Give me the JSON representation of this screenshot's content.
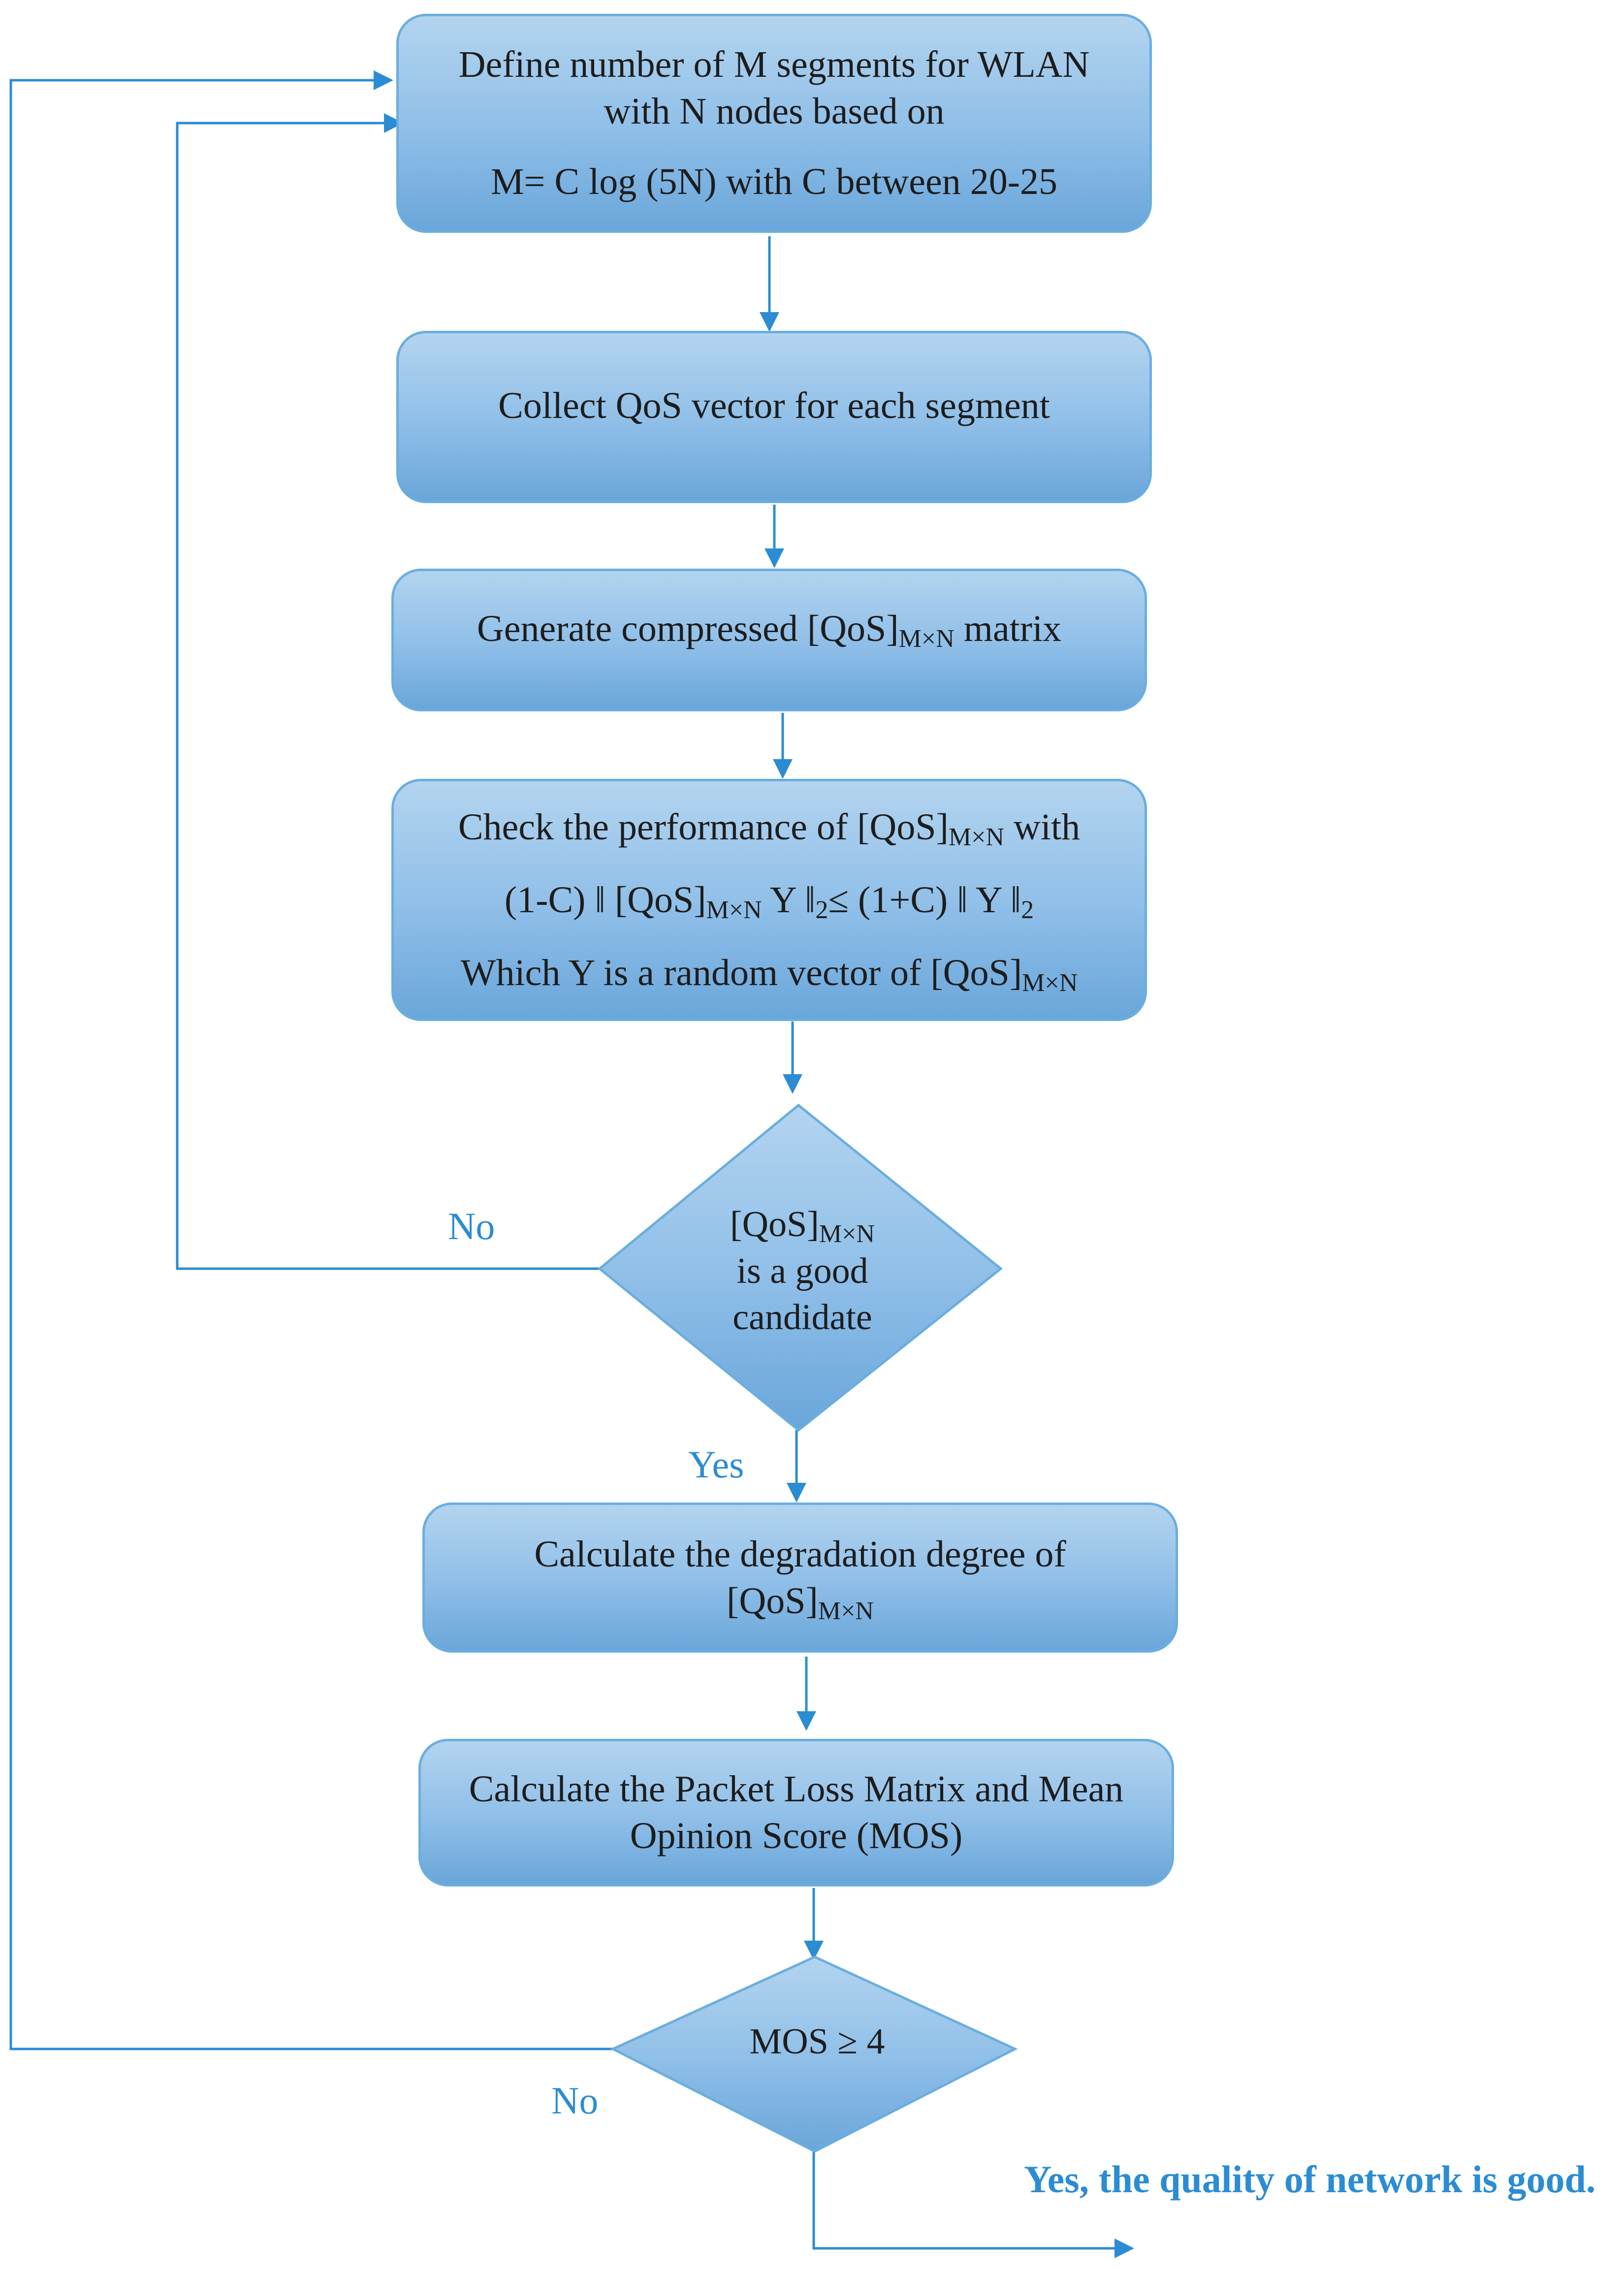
{
  "steps": {
    "define": {
      "line1": "Define number of M segments for WLAN",
      "line2": "with N nodes based on",
      "line3": "M= C log (5N) with C between 20-25"
    },
    "collect": {
      "line1": "Collect QoS vector for each segment"
    },
    "generate": {
      "pre": "Generate compressed [QoS]",
      "sub": "M×N",
      "post": " matrix"
    },
    "check": {
      "l1_pre": "Check the performance of [QoS]",
      "l1_sub": "M×N",
      "l1_post": " with",
      "l2_a": "(1-C) ‖ [QoS]",
      "l2_sub1": "M×N",
      "l2_b": " Y ‖",
      "l2_sub2": "2",
      "l2_c": "≤ (1+C) ‖ Y ‖",
      "l2_sub3": "2",
      "l3_pre": "Which Y is a random vector of [QoS]",
      "l3_sub": "M×N"
    },
    "degradation": {
      "line1": "Calculate the degradation degree of",
      "line2_pre": "[QoS]",
      "line2_sub": "M×N"
    },
    "packet": {
      "line1": "Calculate the Packet Loss Matrix and Mean",
      "line2": "Opinion Score (MOS)"
    }
  },
  "decisions": {
    "candidate": {
      "line1_pre": "[QoS]",
      "line1_sub": "M×N",
      "line2": "is a good",
      "line3": "candidate"
    },
    "mos": {
      "text": "MOS ≥ 4"
    }
  },
  "labels": {
    "no1": "No",
    "yes1": "Yes",
    "no2": "No",
    "final": "Yes, the quality of network is good."
  },
  "colors": {
    "line": "#2b8cd3",
    "box_border": "#6aaedf",
    "box_fill_top": "#b3d4ef",
    "box_fill_bottom": "#6aa6da"
  }
}
